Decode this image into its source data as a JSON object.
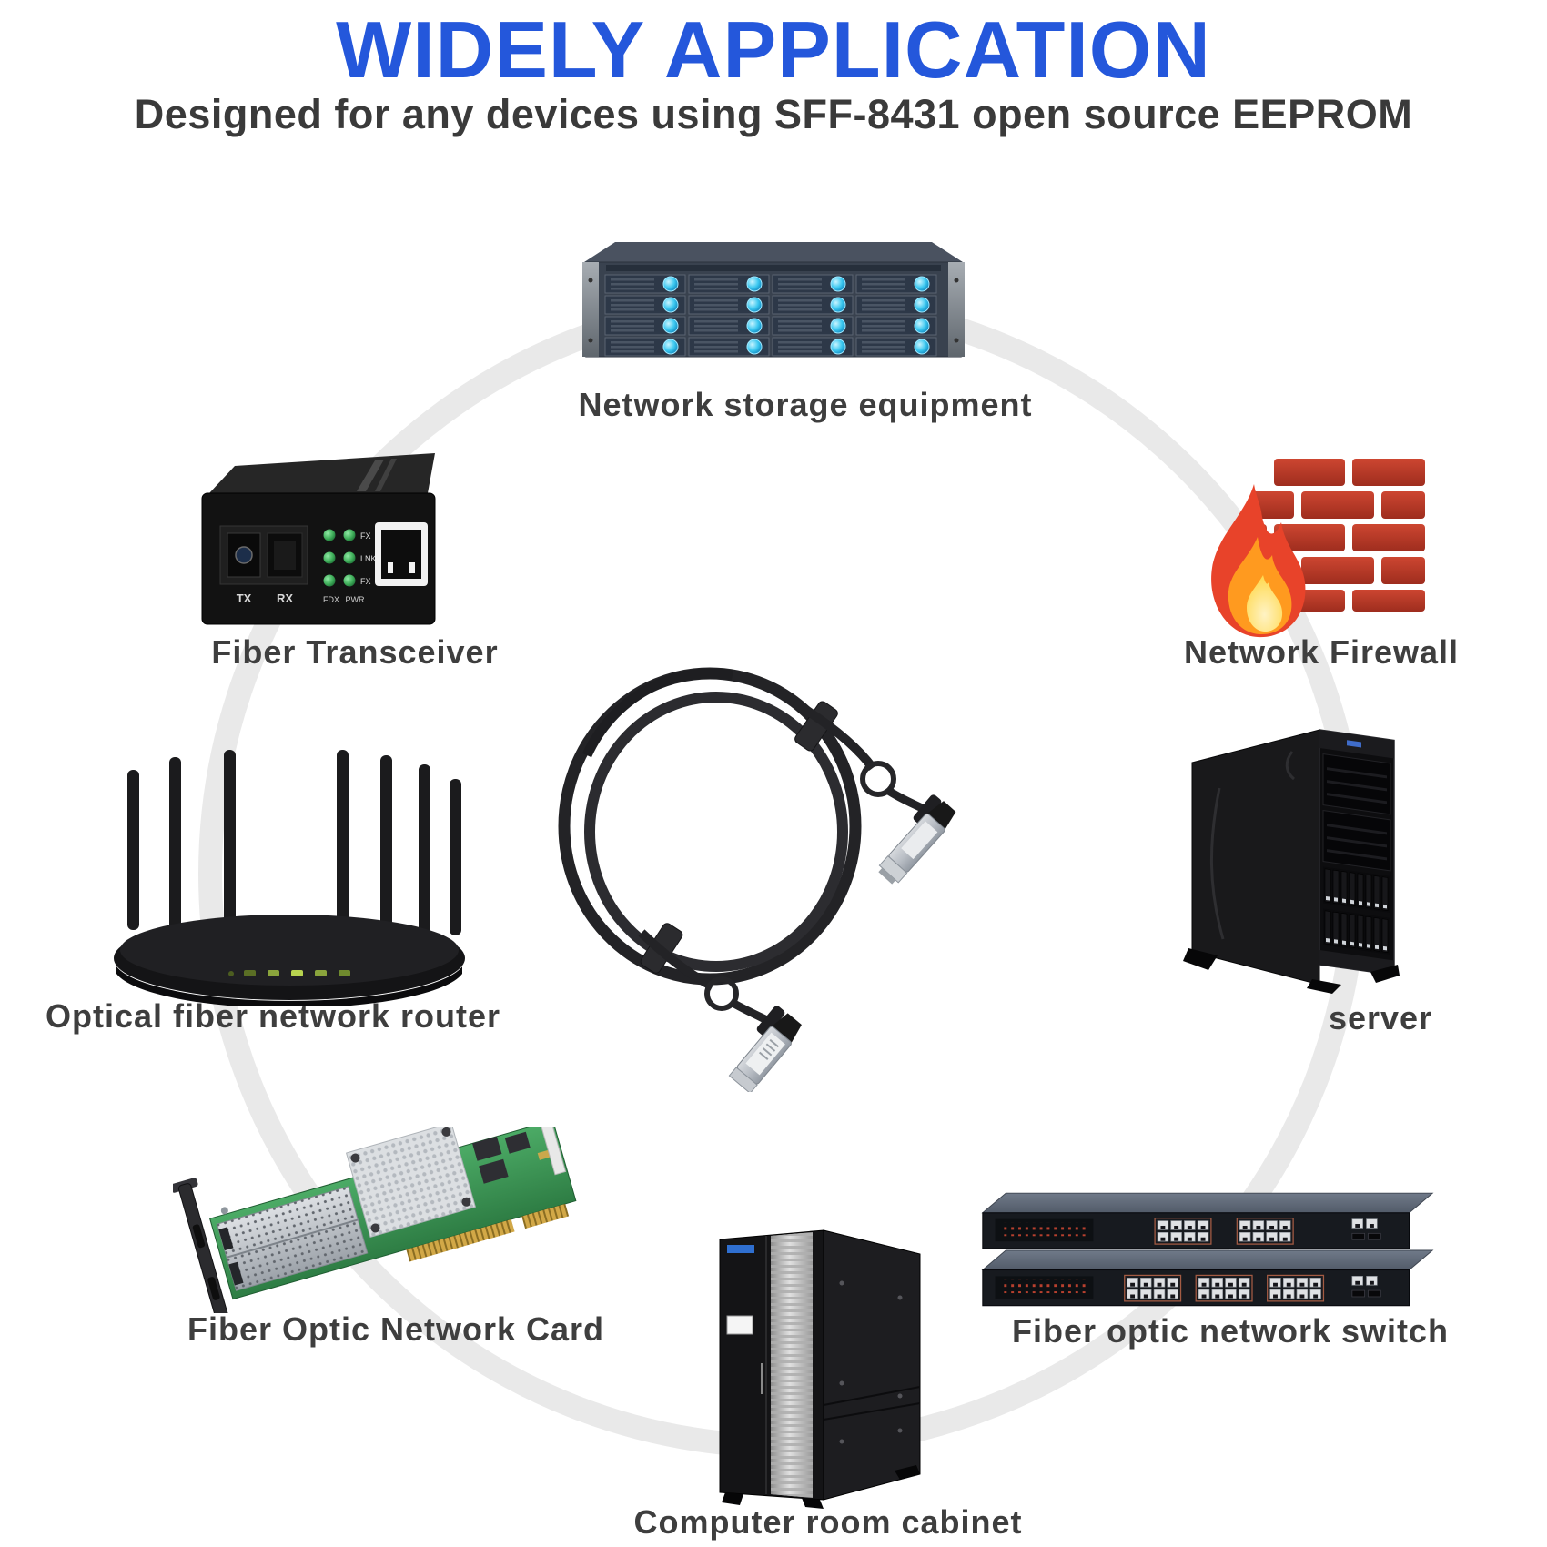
{
  "page": {
    "background": "#ffffff"
  },
  "header": {
    "title": "WIDELY APPLICATION",
    "subtitle": "Designed for any devices using SFF-8431 open source EEPROM"
  },
  "colors": {
    "title_blue": "#2457db",
    "label_gray": "#3e3e3e",
    "ring_gray": "#e9e9e9",
    "brick_red": "#c44430",
    "flame_orange": "#ff9a1f",
    "led_green": "#3fae5a",
    "bay_led_cyan": "#3cc8f0",
    "pcb_green": "#46a35e"
  },
  "devices": {
    "storage": {
      "label": "Network storage equipment"
    },
    "transceiver": {
      "label": "Fiber Transceiver",
      "ports": {
        "tx": "TX",
        "rx": "RX",
        "fdx": "FDX",
        "pwr": "PWR"
      },
      "leds": [
        "FX",
        "LNK",
        "FX"
      ]
    },
    "firewall": {
      "label": "Network Firewall"
    },
    "router": {
      "label": "Optical fiber network router"
    },
    "server": {
      "label": "server"
    },
    "nic": {
      "label": "Fiber Optic Network Card"
    },
    "switch": {
      "label": "Fiber optic network switch"
    },
    "cabinet": {
      "label": "Computer room cabinet"
    }
  }
}
